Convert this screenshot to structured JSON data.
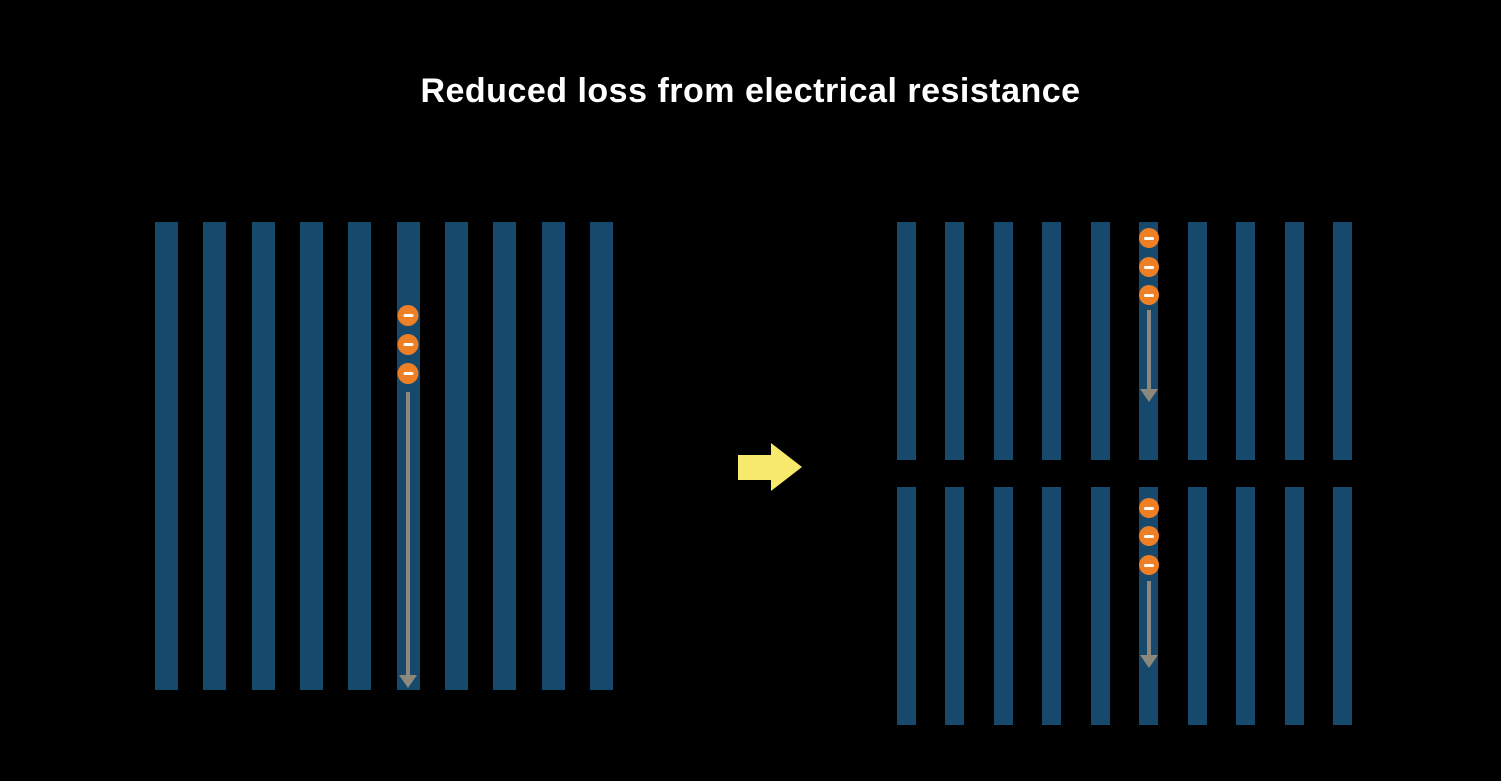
{
  "title": "Reduced loss from electrical resistance",
  "colors": {
    "background": "#000000",
    "title_text": "#FFFFFF",
    "cell_bar": "#17496C",
    "electron_fill": "#EE7F25",
    "electron_minus": "#FFFFFF",
    "current_flow_arrow": "#8C887C",
    "transition_arrow": "#F6E96B"
  },
  "panels": {
    "full_cell": {
      "name": "full-cell-panel",
      "bar_count": 10,
      "electron_bar_index": 5,
      "electron_count": 3
    },
    "half_cell_top": {
      "name": "half-cell-top-panel",
      "bar_count": 10,
      "electron_bar_index": 5,
      "electron_count": 3
    },
    "half_cell_bottom": {
      "name": "half-cell-bottom-panel",
      "bar_count": 10,
      "electron_bar_index": 5,
      "electron_count": 3
    }
  },
  "icons": {
    "electron": "electron-icon",
    "minus": "minus-icon",
    "current_flow": "down-arrow-icon",
    "transition": "right-arrow-icon"
  }
}
